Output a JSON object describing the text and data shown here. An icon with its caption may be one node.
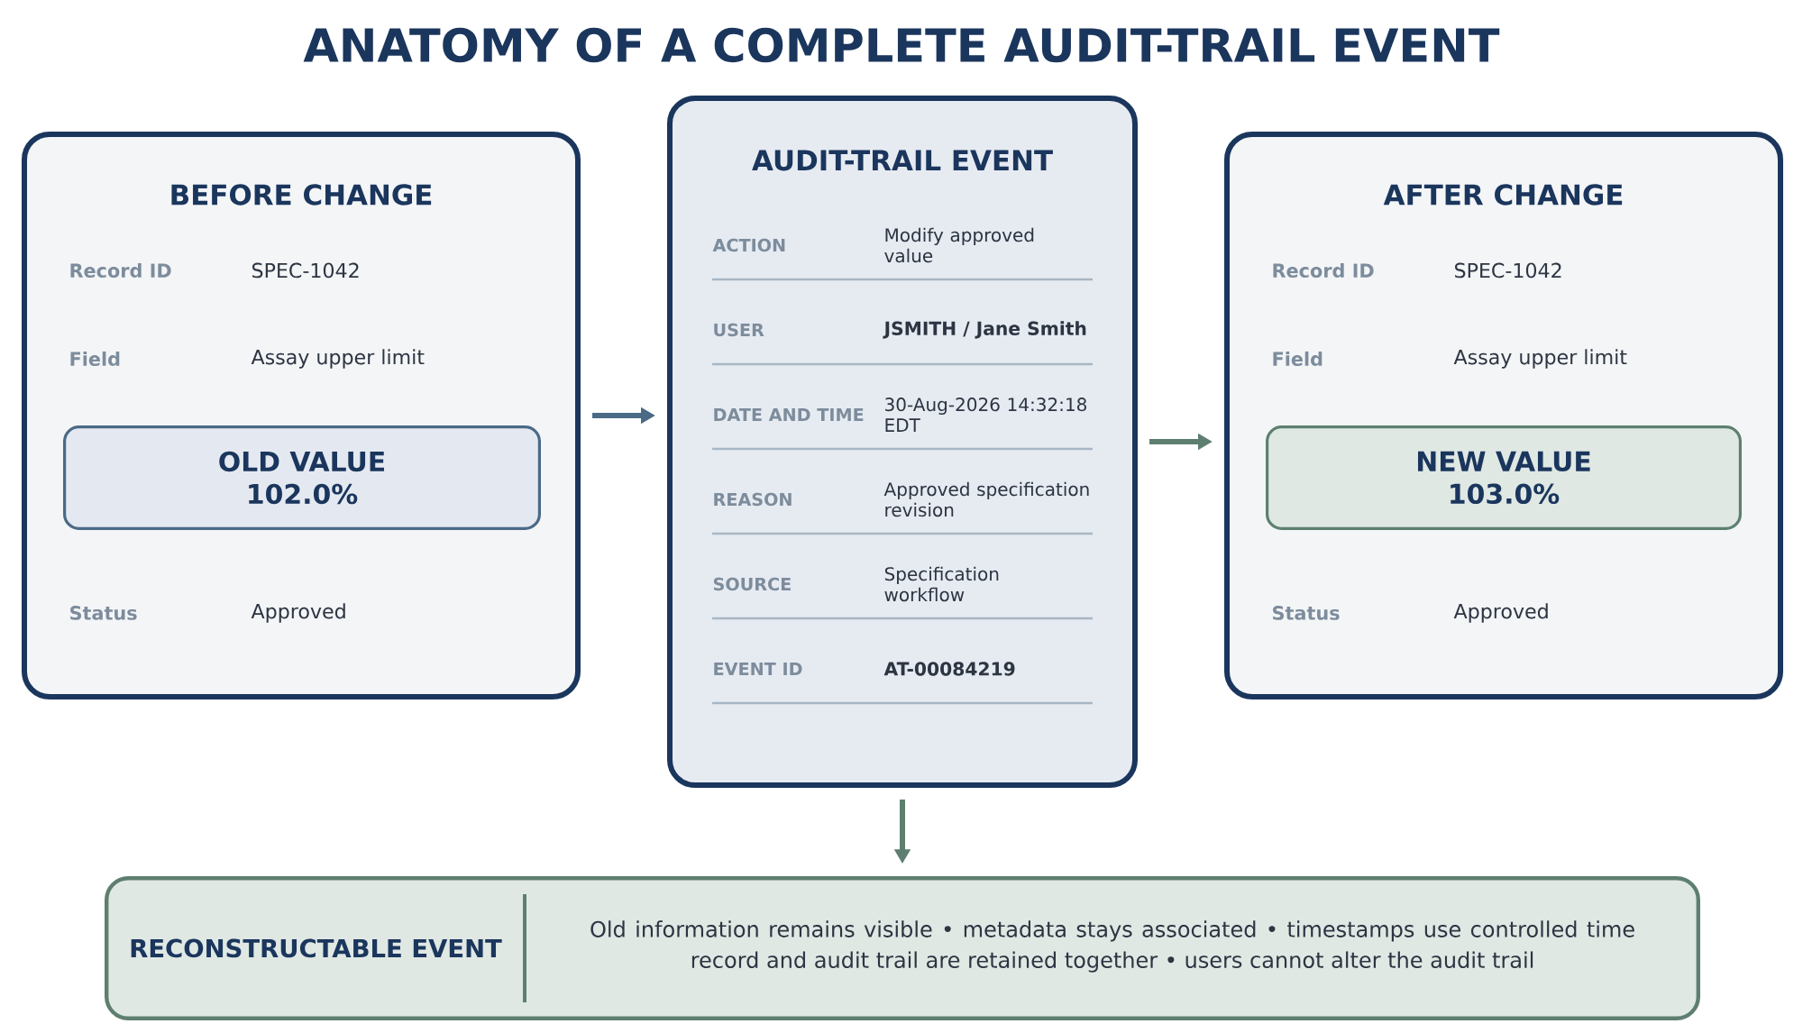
{
  "diagram": {
    "title": "ANATOMY OF A COMPLETE AUDIT-TRAIL EVENT",
    "nodes": [
      {
        "text": [
          "BEFORE CHANGE",
          "Record ID",
          "SPEC-1042",
          "Field",
          "Assay upper limit",
          "Status",
          "Approved"
        ]
      },
      {
        "text": [
          "OLD VALUE",
          "102.0%"
        ],
        "in": 0
      },
      {
        "text": [
          "AUDIT-TRAIL EVENT",
          "ACTION",
          "Modify approved value",
          "USER",
          "JSMITH / Jane Smith",
          "DATE AND TIME",
          "30-Aug-2026 14:32:18 EDT",
          "REASON",
          "Approved specification revision",
          "SOURCE",
          "Specification workflow",
          "EVENT ID",
          "AT-00084219"
        ]
      },
      {
        "text": [
          "AFTER CHANGE",
          "Record ID",
          "SPEC-1042",
          "Field",
          "Assay upper limit",
          "Status",
          "Approved"
        ]
      },
      {
        "text": [
          "NEW VALUE",
          "103.0%"
        ],
        "in": 3
      },
      {
        "text": [
          "RECONSTRUCTABLE EVENT",
          "Old information remains visible • metadata stays associated • timestamps use controlled time record and audit trail are retained together • users cannot alter the audit trail"
        ]
      }
    ],
    "edges": [
      {
        "from": 0,
        "to": 2,
        "arrow": "to",
        "color": "#4a6a86"
      },
      {
        "from": 2,
        "to": 3,
        "arrow": "to"
      },
      {
        "from": 2,
        "to": 5,
        "arrow": "to"
      }
    ]
  }
}
